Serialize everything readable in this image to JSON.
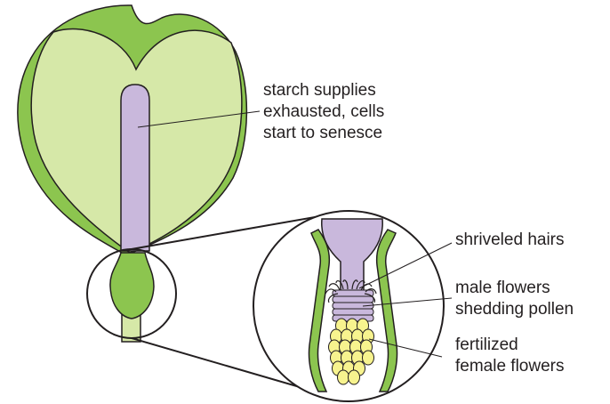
{
  "labels": {
    "starch": [
      "starch supplies",
      "exhausted, cells",
      "start to senesce"
    ],
    "hairs": [
      "shriveled hairs"
    ],
    "male": [
      "male flowers",
      "shedding pollen"
    ],
    "female": [
      "fertilized",
      "female flowers"
    ]
  },
  "colors": {
    "spathe_green": "#8cc54f",
    "spathe_inner": "#d6e8a8",
    "spadix_lilac": "#c9b8dc",
    "female_flower_yellow": "#f7f38e",
    "outline": "#231f20"
  }
}
